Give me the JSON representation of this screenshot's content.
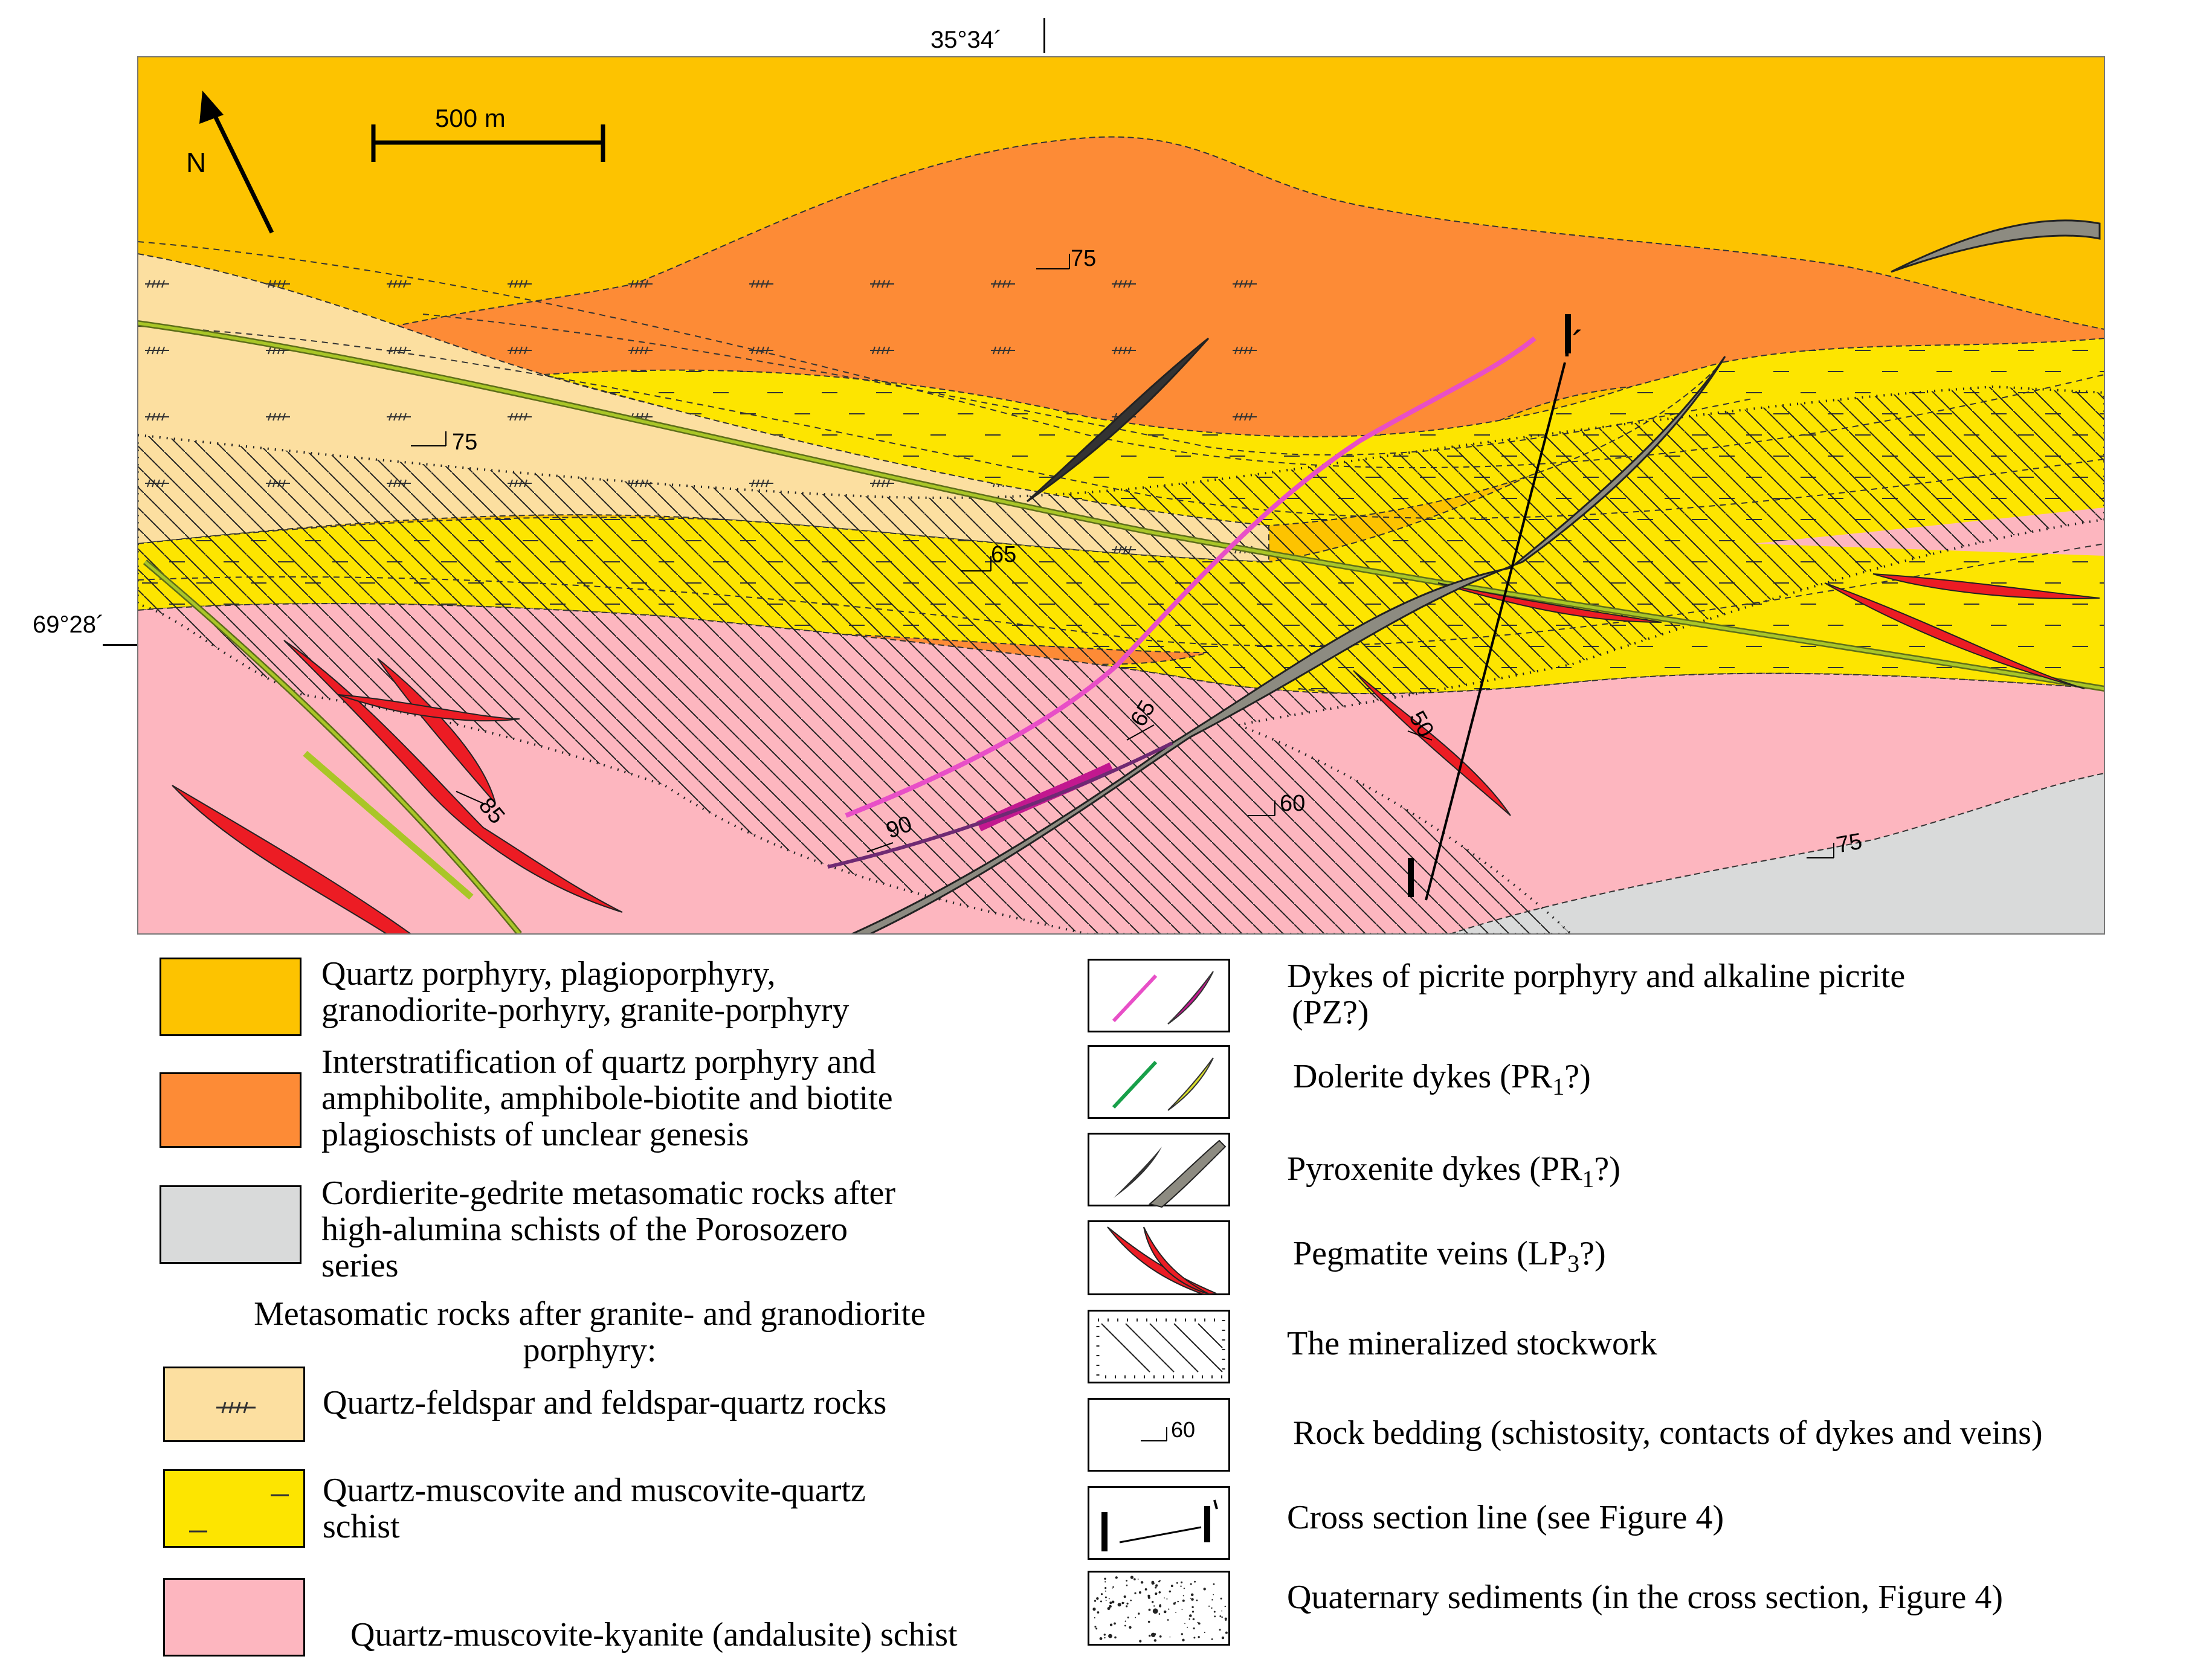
{
  "coordinates": {
    "top_longitude": "35°34´",
    "left_latitude": "69°28´"
  },
  "map": {
    "north_label": "N",
    "scale_label": "500 m",
    "section_start_label": "I",
    "section_end_label": "I´",
    "dip_values": [
      "75",
      "75",
      "65",
      "65",
      "50",
      "60",
      "85",
      "90",
      "75"
    ],
    "colors": {
      "quartz_porphyry": "#FDC300",
      "interstratification": "#FD8B36",
      "cordierite_gedrite": "#D9DADA",
      "quartz_feldspar": "#FCDFA0",
      "quartz_muscovite": "#FDE500",
      "kyanite_schist": "#FDB6BF",
      "picrite": "#E84FC7",
      "dolerite_green": "#18A04A",
      "dolerite_yellow": "#A9C627",
      "pyroxenite": "#8D8B81",
      "pegmatite": "#EC1C24"
    }
  },
  "legend": {
    "left": [
      {
        "id": "quartz-porphyry",
        "line1": "Quartz porphyry, plagioporphyry,",
        "line2": "granodiorite-porhyry, granite-porphyry"
      },
      {
        "id": "interstratification",
        "line1": "Interstratification of quartz porphyry and",
        "line2": "amphibolite, amphibole-biotite and biotite",
        "line3": "plagioschists of unclear genesis"
      },
      {
        "id": "cordierite",
        "line1": "Cordierite-gedrite metasomatic rocks after",
        "line2": "high-alumina schists of the Porosozero",
        "line3": "series"
      }
    ],
    "metasomatic_heading": {
      "line1": "Metasomatic rocks after granite- and granodiorite",
      "line2": "porphyry:"
    },
    "metasomatic": [
      {
        "id": "quartz-feldspar",
        "line1": "Quartz-feldspar and feldspar-quartz rocks"
      },
      {
        "id": "quartz-muscovite",
        "line1": "Quartz-muscovite and muscovite-quartz",
        "line2": "schist"
      },
      {
        "id": "kyanite",
        "line1": "Quartz-muscovite-kyanite (andalusite) schist"
      }
    ],
    "right": [
      {
        "id": "picrite",
        "line1": "Dykes of picrite porphyry and alkaline picrite",
        "line2": "(PZ?)"
      },
      {
        "id": "dolerite",
        "main": "Dolerite dykes (PR",
        "sub": "1",
        "tail": "?)"
      },
      {
        "id": "pyroxenite",
        "main": "Pyroxenite dykes (PR",
        "sub": "1",
        "tail": "?)"
      },
      {
        "id": "pegmatite",
        "main": "Pegmatite veins (LP",
        "sub": "3",
        "tail": "?)"
      },
      {
        "id": "stockwork",
        "line1": "The mineralized stockwork"
      },
      {
        "id": "bedding",
        "line1": "Rock bedding (schistosity, contacts of dykes and veins)",
        "symbol_value": "60"
      },
      {
        "id": "cross-section",
        "line1": "Cross section line (see Figure 4)",
        "symbol_start": "I",
        "symbol_end": "I´"
      },
      {
        "id": "quaternary",
        "line1": "Quaternary sediments (in the cross section, Figure 4)"
      }
    ]
  }
}
